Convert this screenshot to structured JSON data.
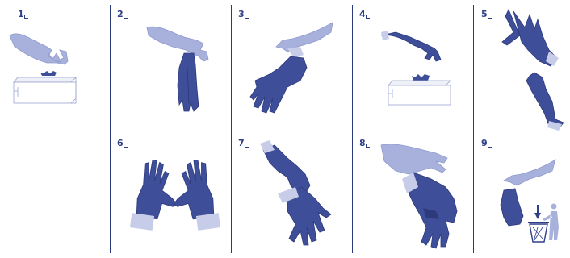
{
  "steps": [
    {
      "number": "1",
      "icon": "pinch-glove-at-box-icon"
    },
    {
      "number": "2",
      "icon": "pull-glove-from-box-icon"
    },
    {
      "number": "3",
      "icon": "don-first-glove-icon"
    },
    {
      "number": "4",
      "icon": "take-second-glove-icon"
    },
    {
      "number": "5",
      "icon": "don-second-glove-icon"
    },
    {
      "number": "6",
      "icon": "gloved-hands-up-icon"
    },
    {
      "number": "7",
      "icon": "pinch-cuff-remove-icon"
    },
    {
      "number": "8",
      "icon": "roll-glove-off-icon"
    },
    {
      "number": "9",
      "icon": "dispose-in-bin-icon"
    }
  ],
  "colors": {
    "hand_light": "#a7b1dc",
    "hand_light_shade": "#8f9acd",
    "glove_dark": "#3e4e98",
    "glove_shade": "#2d3a7c",
    "cuff": "#c7cde8",
    "divider": "#2b3b7a",
    "number": "#2e3f86"
  }
}
